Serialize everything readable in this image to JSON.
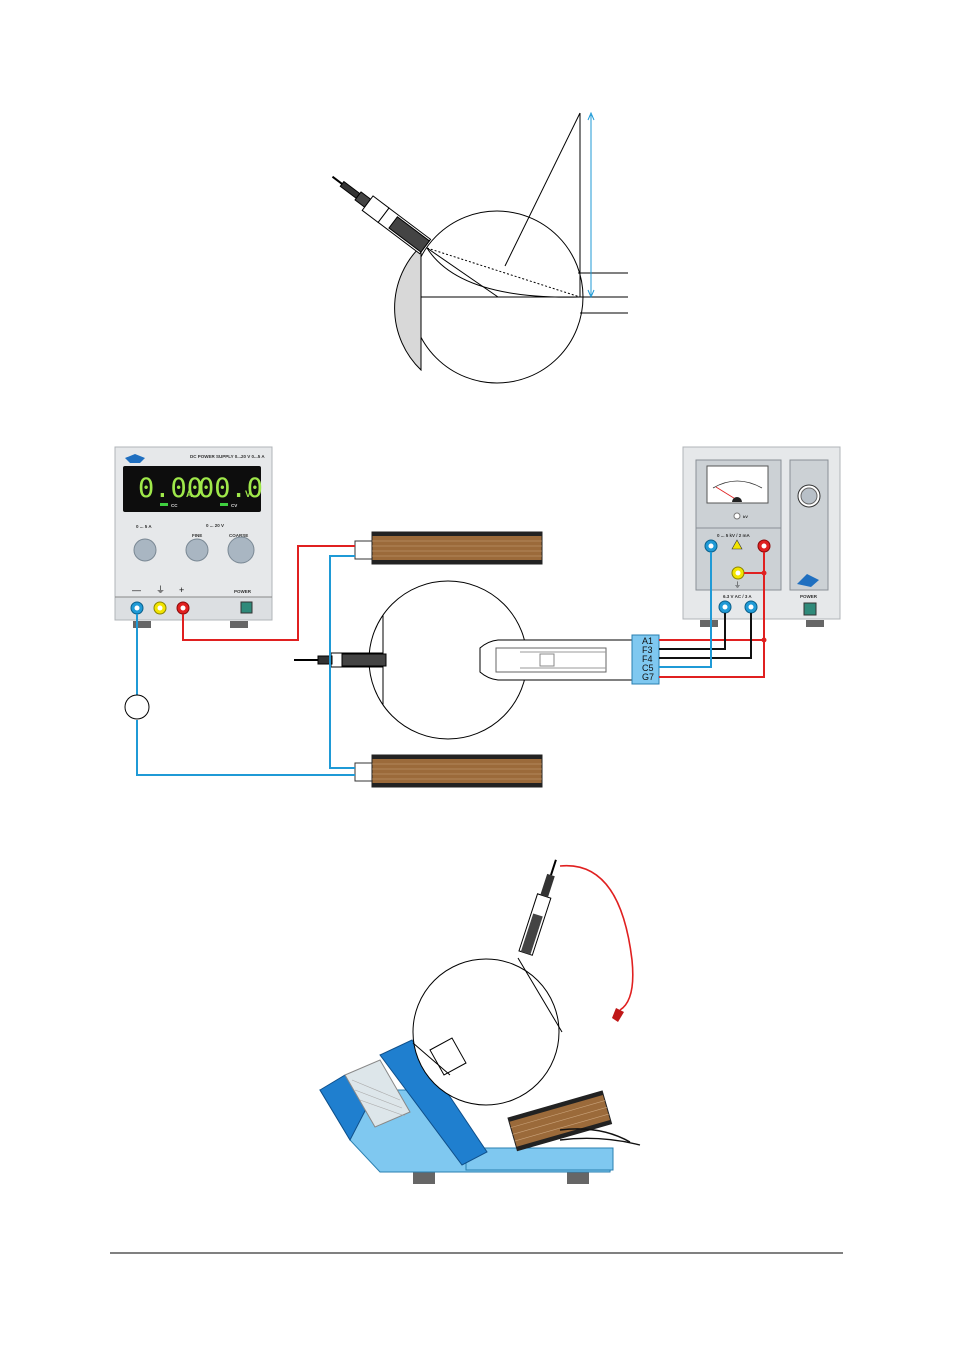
{
  "colors": {
    "red_lead": "#e02020",
    "blue_lead": "#1f9ad6",
    "black_lead": "#111111",
    "coil_winding": "#9b6a3a",
    "stand_blue": "#1f7fcf",
    "stand_light": "#7fc8f0",
    "display_green": "#9fe84a",
    "panel_grey": "#e6e8ea"
  },
  "dc_supply": {
    "title": "DC POWER SUPPLY 0...20 V 0...5 A",
    "current_display": "0.00",
    "current_unit": "A",
    "voltage_display": "00.0",
    "voltage_unit": "V",
    "cc_label": "CC",
    "cv_label": "CV",
    "knob1_label": "0 ... 5 A",
    "knob_range_label": "0 ... 20 V",
    "knob2_label": "FINE",
    "knob3_label": "COARSE",
    "power_label": "POWER",
    "terminal_minus": "—",
    "terminal_gnd": "⏚",
    "terminal_plus": "+"
  },
  "hv_supply": {
    "meter_label": "kV",
    "hv_label": "0 ... 5 kV / 2 mA",
    "filament_label": "6.3 V AC / 3 A",
    "power_label": "POWER",
    "gnd_symbol": "⏚"
  },
  "tube_connector": {
    "pins": [
      "A1",
      "F3",
      "F4",
      "C5",
      "G7"
    ]
  }
}
